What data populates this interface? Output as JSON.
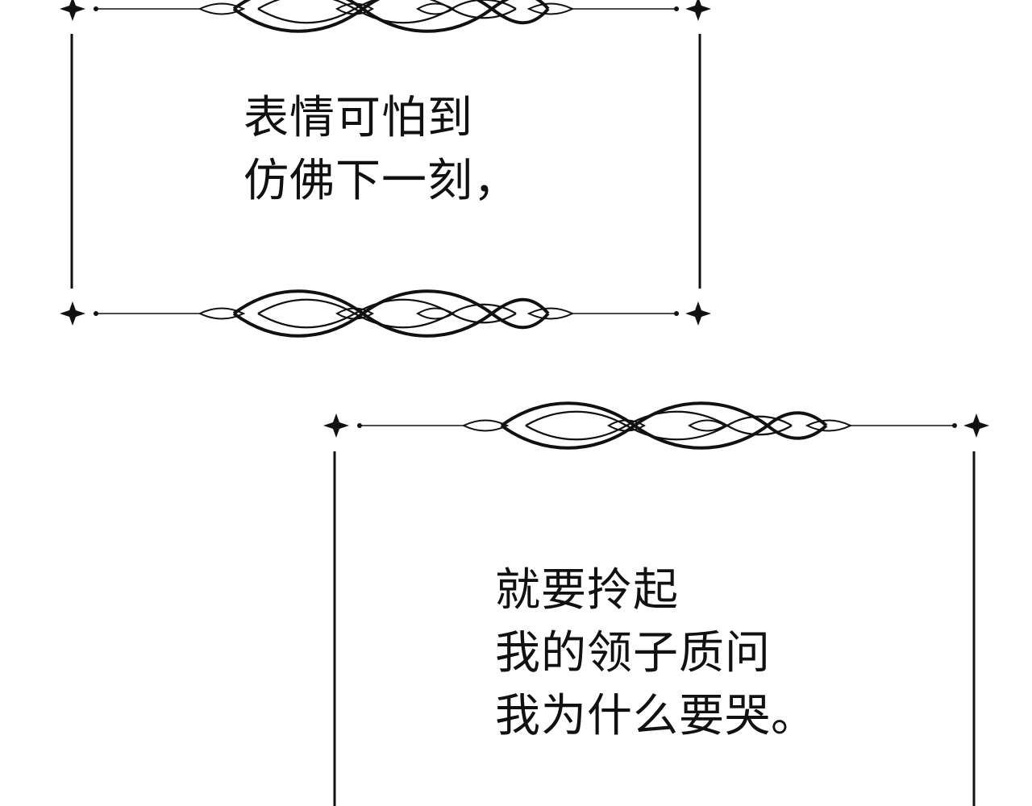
{
  "panels": [
    {
      "lines": [
        "表情可怕到",
        "仿佛下一刻，"
      ]
    },
    {
      "lines": [
        "就要拎起",
        "我的领子质问",
        "我为什么要哭。"
      ]
    }
  ],
  "colors": {
    "background": "#ffffff",
    "ink": "#111111"
  },
  "icons": {
    "divider": "ornamental-flourish-divider",
    "corner": "four-point-star-ornament"
  }
}
